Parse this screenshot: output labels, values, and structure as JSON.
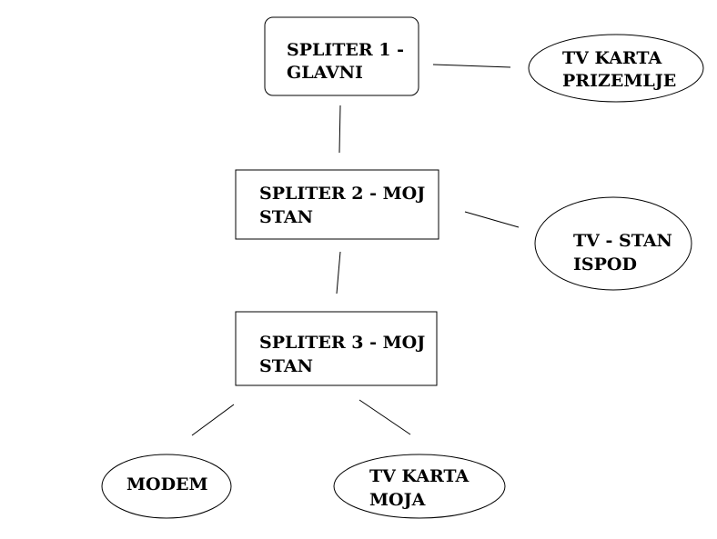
{
  "diagram": {
    "nodes": {
      "spliter1": {
        "line1": "SPLITER 1 -",
        "line2": "GLAVNI"
      },
      "spliter2": {
        "line1": "SPLITER 2 - MOJ",
        "line2": "STAN"
      },
      "spliter3": {
        "line1": "SPLITER 3 - MOJ",
        "line2": "STAN"
      },
      "tv_prizemlje": {
        "line1": "TV KARTA",
        "line2": "PRIZEMLJE"
      },
      "tv_stan_ispod": {
        "line1": "TV - STAN",
        "line2": "ISPOD"
      },
      "modem": {
        "line1": "MODEM"
      },
      "tv_moja": {
        "line1": "TV KARTA",
        "line2": "MOJA"
      }
    }
  }
}
